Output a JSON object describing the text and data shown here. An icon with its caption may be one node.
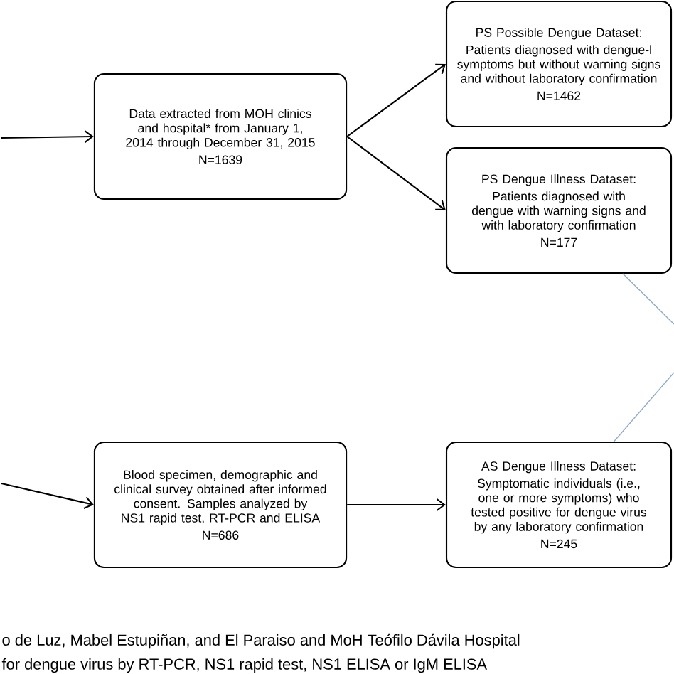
{
  "diagram": {
    "nodes": [
      {
        "text": [
          "Data extracted from MOH clinics and hospital* from January 1, 2014 through December 31, 2015",
          "N=1639"
        ]
      },
      {
        "text": [
          "PS Possible Dengue Dataset:",
          "Patients diagnosed with dengue-l symptoms but without warning signs and without laboratory confirmation",
          "N=1462"
        ]
      },
      {
        "text": [
          "PS Dengue Illness Dataset:",
          "Patients diagnosed with dengue with warning signs and with laboratory confirmation",
          "N=177"
        ]
      },
      {
        "text": [
          "Blood specimen, demographic and clinical survey obtained after informed consent. Samples analyzed by NS1 rapid test, RT-PCR and ELISA",
          "N=686"
        ]
      },
      {
        "text": [
          "AS Dengue Illness Dataset:",
          "Symptomatic individuals (i.e., one or more symptoms) who tested positive for dengue virus by any laboratory confirmation",
          "N=245"
        ]
      }
    ],
    "edges": [
      {
        "from": null,
        "to": 0,
        "arrow": "to"
      },
      {
        "from": 0,
        "to": 1,
        "arrow": "to"
      },
      {
        "from": 0,
        "to": 2,
        "arrow": "to"
      },
      {
        "from": 2,
        "to": null,
        "arrow": "none",
        "color": "#8ea9c9"
      },
      {
        "from": 4,
        "to": null,
        "arrow": "none",
        "color": "#8ea9c9"
      },
      {
        "from": null,
        "to": 3,
        "arrow": "to"
      },
      {
        "from": 3,
        "to": 4,
        "arrow": "to"
      }
    ],
    "labels": [
      "o de Luz, Mabel Estupiñan, and El Paraiso and MoH Teófilo Dávila Hospital",
      "for dengue virus by RT-PCR, NS1 rapid test, NS1 ELISA or IgM ELISA"
    ]
  }
}
